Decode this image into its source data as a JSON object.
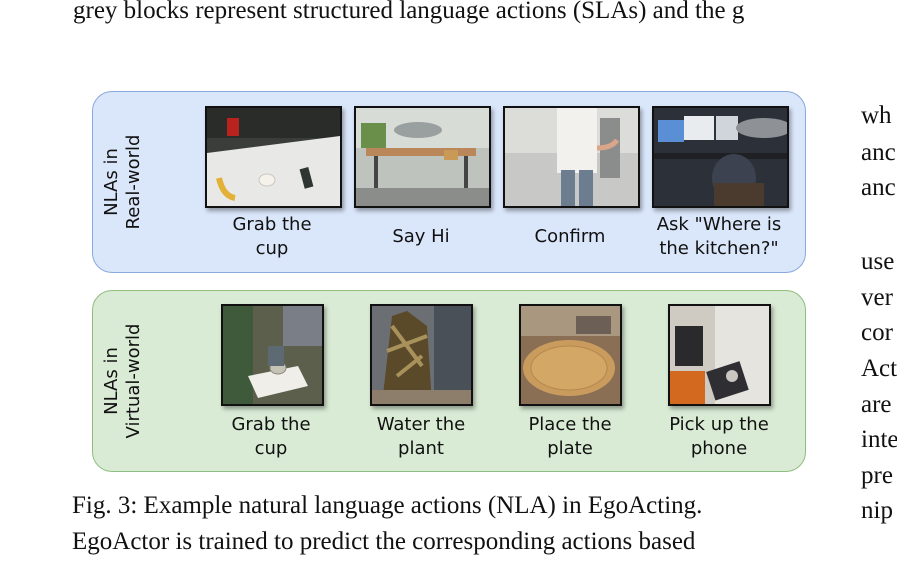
{
  "top_text": "grey blocks represent structured language actions (SLAs) and the g",
  "panels": {
    "real": {
      "label_line1": "NLAs in",
      "label_line2": "Real-world",
      "items": [
        {
          "line1": "Grab the",
          "line2": "cup"
        },
        {
          "line1": "Say Hi",
          "line2": ""
        },
        {
          "line1": "Confirm",
          "line2": ""
        },
        {
          "line1": "Ask \"Where is",
          "line2": "the kitchen?\""
        }
      ]
    },
    "virtual": {
      "label_line1": "NLAs in",
      "label_line2": "Virtual-world",
      "items": [
        {
          "line1": "Grab the",
          "line2": "cup"
        },
        {
          "line1": "Water the",
          "line2": "plant"
        },
        {
          "line1": "Place the",
          "line2": "plate"
        },
        {
          "line1": "Pick up the",
          "line2": "phone"
        }
      ]
    }
  },
  "side_column": [
    "wh",
    "anc",
    "anc",
    "",
    "use",
    "ver",
    "cor",
    "Act",
    "are",
    "inte",
    "pre",
    "nip"
  ],
  "figure_caption": {
    "line1": "Fig. 3: Example natural language actions (NLA) in EgoActing.",
    "line2": "EgoActor is trained to predict the corresponding actions based"
  }
}
